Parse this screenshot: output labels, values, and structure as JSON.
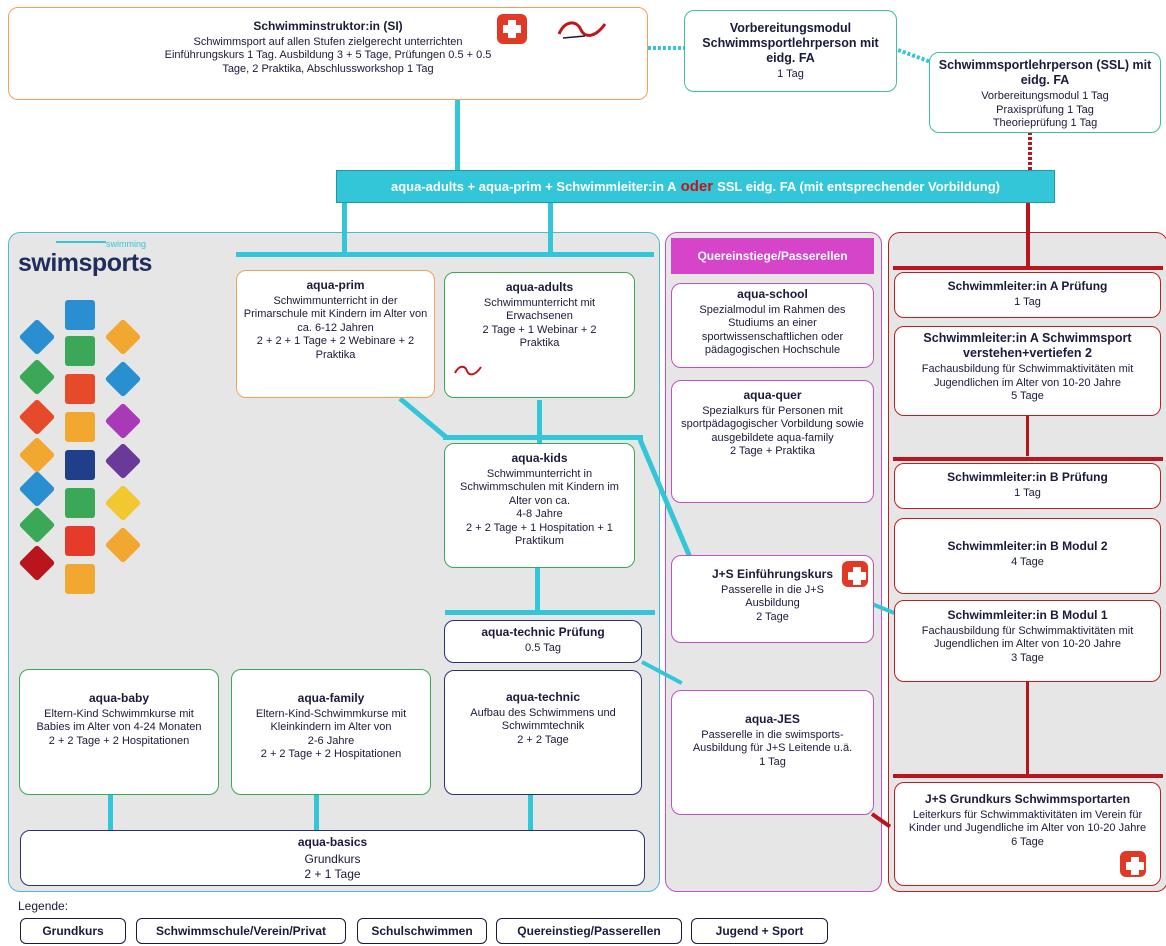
{
  "si": {
    "title": "Schwimminstruktor:in (SI)",
    "lines": [
      "Schwimmsport auf allen Stufen zielgerecht unterrichten",
      "Einführungskurs 1 Tag. Ausbildung 3 + 5 Tage, Prüfungen 0.5 + 0.5",
      "Tage, 2 Praktika, Abschlussworkshop 1 Tag"
    ]
  },
  "vorbereitung": {
    "title": "Vorbereitungsmodul Schwimmsportlehrperson mit eidg. FA",
    "lines": [
      "1 Tag"
    ]
  },
  "ssl": {
    "title": "Schwimmsportlehrperson (SSL) mit eidg. FA",
    "lines": [
      "Vorbereitungsmodul 1 Tag",
      "Praxisprüfung 1 Tag",
      "Theorieprüfung 1 Tag"
    ]
  },
  "banner": {
    "before": "aqua-adults + aqua-prim + Schwimmleiter:in A",
    "oder": "oder",
    "after": "SSL eidg. FA (mit entsprechender Vorbildung)"
  },
  "swimsports_logo": {
    "small": "swimming",
    "big": "swimsports"
  },
  "aqua_prim": {
    "title": "aqua-prim",
    "lines": [
      "Schwimmunterricht in der Primarschule mit Kindern im Alter von ca. 6-12 Jahren",
      "2 + 2 + 1 Tage + 2 Webinare + 2 Praktika"
    ]
  },
  "aqua_adults": {
    "title": "aqua-adults",
    "lines": [
      "Schwimmunterricht mit Erwachsenen",
      "2 Tage + 1 Webinar + 2 Praktika"
    ]
  },
  "aqua_kids": {
    "title": "aqua-kids",
    "lines": [
      "Schwimmunterricht in Schwimmschulen mit Kindern im Alter von ca.",
      "4-8 Jahre",
      "2 + 2 Tage + 1 Hospitation + 1 Praktikum"
    ]
  },
  "aqua_technic_pruefung": {
    "title": "aqua-technic Prüfung",
    "lines": [
      "0.5 Tag"
    ]
  },
  "aqua_technic": {
    "title": "aqua-technic",
    "lines": [
      "Aufbau des Schwimmens und Schwimmtechnik",
      "2 + 2 Tage"
    ]
  },
  "aqua_baby": {
    "title": "aqua-baby",
    "lines": [
      "Eltern-Kind Schwimmkurse mit Babies im Alter von 4-24 Monaten",
      "2 + 2 Tage + 2 Hospitationen"
    ]
  },
  "aqua_family": {
    "title": "aqua-family",
    "lines": [
      "Eltern-Kind-Schwimmkurse mit Kleinkindern im Alter von",
      "2-6 Jahre",
      "2 + 2 Tage + 2 Hospitationen"
    ]
  },
  "aqua_basics": {
    "title": "aqua-basics",
    "lines": [
      "Grundkurs",
      "2 + 1 Tage"
    ]
  },
  "quer_header": "Quereinstiege/Passerellen",
  "aqua_school": {
    "title": "aqua-school",
    "lines": [
      "Spezialmodul im Rahmen des Studiums an einer sportwissenschaftlichen oder pädagogischen Hochschule"
    ]
  },
  "aqua_quer": {
    "title": "aqua-quer",
    "lines": [
      "Spezialkurs für Personen mit sportpädagogischer Vorbildung sowie ausgebildete aqua-family",
      "2 Tage  + Praktika"
    ]
  },
  "js_einfuehrung": {
    "title": "J+S Einführungskurs",
    "lines": [
      "Passerelle in die J+S Ausbildung",
      "2 Tage"
    ]
  },
  "aqua_jes": {
    "title": "aqua-JES",
    "lines": [
      "Passerelle in die swimsports-Ausbildung für J+S Leitende u.ä.",
      "1 Tag"
    ]
  },
  "sl_a_pruefung": {
    "title": "Schwimmleiter:in A Prüfung",
    "lines": [
      "1 Tag"
    ]
  },
  "sl_a": {
    "title": "Schwimmleiter:in A Schwimmsport verstehen+vertiefen 2",
    "lines": [
      "Fachausbildung für Schwimmaktivitäten mit Jugendlichen im Alter von 10-20 Jahre",
      "5 Tage"
    ]
  },
  "sl_b_pruefung": {
    "title": "Schwimmleiter:in B Prüfung",
    "lines": [
      "1 Tag"
    ]
  },
  "sl_b_modul2": {
    "title": "Schwimmleiter:in B Modul 2",
    "lines": [
      "4 Tage"
    ]
  },
  "sl_b_modul1": {
    "title": "Schwimmleiter:in B Modul 1",
    "lines": [
      "Fachausbildung für Schwimmaktivitäten mit Jugendlichen im Alter von 10-20 Jahre",
      "3 Tage"
    ]
  },
  "js_grundkurs": {
    "title": "J+S Grundkurs Schwimmsportarten",
    "lines": [
      "Leiterkurs für Schwimmaktivitäten im Verein für Kinder und Jugendliche im Alter von 10-20 Jahre",
      "6 Tage"
    ]
  },
  "legend": {
    "title": "Legende:",
    "items": [
      "Grundkurs",
      "Schwimmschule/Verein/Privat",
      "Schulschwimmen",
      "Quereinstieg/Passerellen",
      "Jugend + Sport"
    ]
  },
  "colors": {
    "navy": "#2a2f7a",
    "green": "#3aa857",
    "orange": "#f2a05a",
    "purple": "#c34fc6",
    "red": "#c01d22",
    "teal": "#3fbf9c",
    "cyan": "#33c6d8",
    "magenta": "#d644c9"
  }
}
